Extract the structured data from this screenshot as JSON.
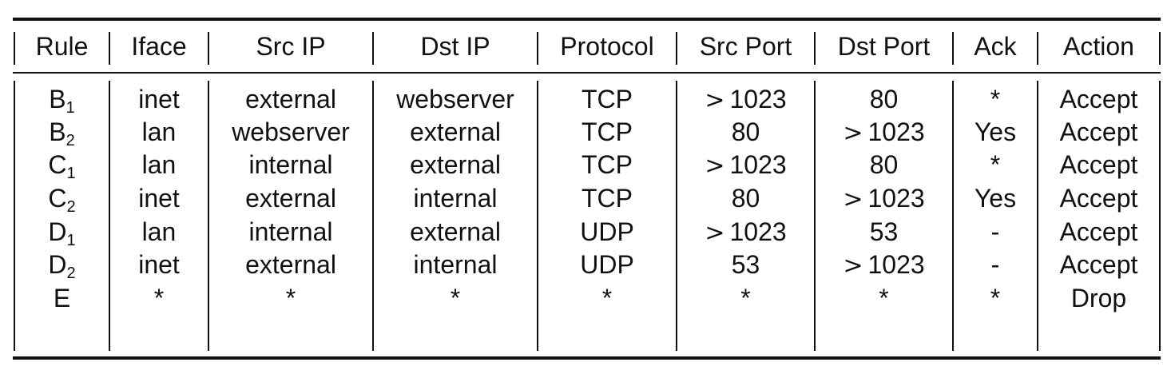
{
  "table": {
    "headers": [
      "Rule",
      "Iface",
      "Src IP",
      "Dst IP",
      "Protocol",
      "Src Port",
      "Dst Port",
      "Ack",
      "Action"
    ],
    "rows": [
      {
        "rule": "B",
        "rule_sub": "1",
        "cells": [
          "inet",
          "external",
          "webserver",
          "TCP",
          "> 1023",
          "80",
          "*",
          "Accept"
        ]
      },
      {
        "rule": "B",
        "rule_sub": "2",
        "cells": [
          "lan",
          "webserver",
          "external",
          "TCP",
          "80",
          "> 1023",
          "Yes",
          "Accept"
        ]
      },
      {
        "rule": "C",
        "rule_sub": "1",
        "cells": [
          "lan",
          "internal",
          "external",
          "TCP",
          "> 1023",
          "80",
          "*",
          "Accept"
        ]
      },
      {
        "rule": "C",
        "rule_sub": "2",
        "cells": [
          "inet",
          "external",
          "internal",
          "TCP",
          "80",
          "> 1023",
          "Yes",
          "Accept"
        ]
      },
      {
        "rule": "D",
        "rule_sub": "1",
        "cells": [
          "lan",
          "internal",
          "external",
          "UDP",
          "> 1023",
          "53",
          "-",
          "Accept"
        ]
      },
      {
        "rule": "D",
        "rule_sub": "2",
        "cells": [
          "inet",
          "external",
          "internal",
          "UDP",
          "53",
          "> 1023",
          "-",
          "Accept"
        ]
      },
      {
        "rule": "E",
        "rule_sub": "",
        "cells": [
          "*",
          "*",
          "*",
          "*",
          "*",
          "*",
          "*",
          "Drop"
        ]
      }
    ]
  }
}
